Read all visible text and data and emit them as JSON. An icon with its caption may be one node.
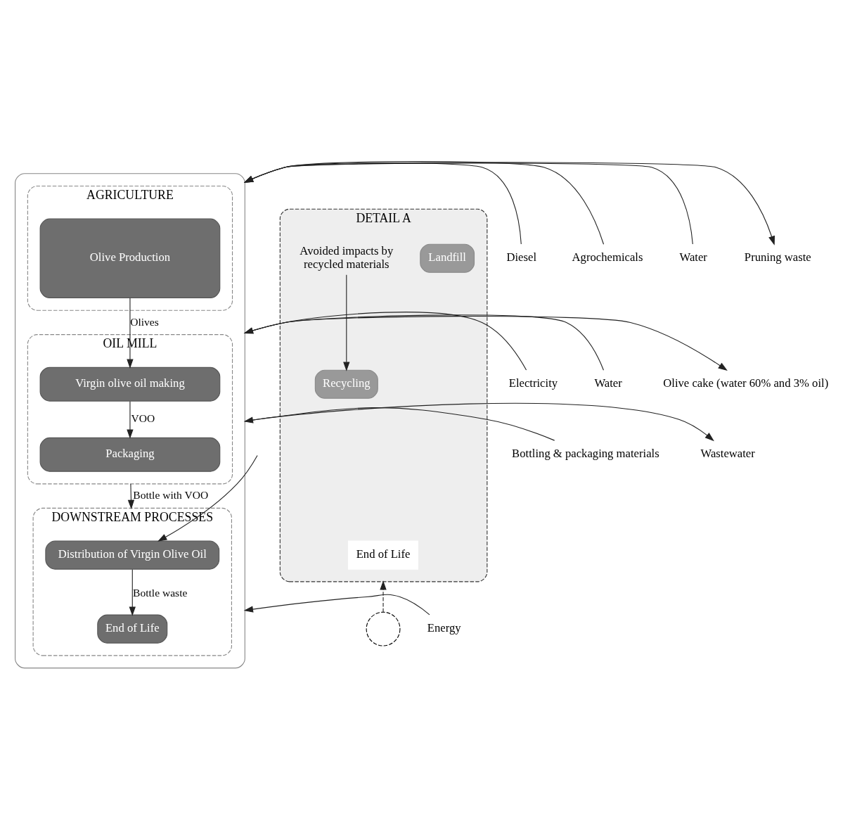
{
  "diagram": {
    "nodes": [
      {
        "text": [],
        "shape": "box"
      },
      {
        "text": [
          "AGRICULTURE"
        ],
        "in": 0
      },
      {
        "text": [
          "Olive Production"
        ],
        "in": 1
      },
      {
        "text": [
          "OIL MILL"
        ],
        "in": 0
      },
      {
        "text": [
          "Virgin olive oil making"
        ],
        "in": 3
      },
      {
        "text": [
          "Packaging"
        ],
        "in": 3
      },
      {
        "text": [
          "DOWNSTREAM PROCESSES"
        ],
        "in": 0
      },
      {
        "text": [
          "Distribution of Virgin Olive Oil"
        ],
        "in": 6
      },
      {
        "text": [
          "End of Life"
        ],
        "in": 6
      },
      {
        "text": [],
        "shape": "circle"
      },
      {
        "text": [
          "DETAIL A"
        ]
      },
      {
        "text": [
          "End of Life"
        ],
        "in": 10
      },
      {
        "text": [
          "Recycling"
        ],
        "in": 10
      },
      {
        "text": [
          "Landfill"
        ],
        "in": 10
      },
      {
        "text": [
          "Avoided impacts by recycled materials"
        ],
        "in": 10
      },
      {
        "text": [
          "Diesel"
        ]
      },
      {
        "text": [
          "Agrochemicals"
        ]
      },
      {
        "text": [
          "Water"
        ]
      },
      {
        "text": [
          "Electricity"
        ]
      },
      {
        "text": [
          "Water"
        ]
      },
      {
        "text": [
          "Bottling & packaging materials"
        ]
      },
      {
        "text": [
          "Energy"
        ]
      },
      {
        "text": [
          "Pruning waste"
        ]
      },
      {
        "text": [
          "Olive cake (water 60% and 3% oil)"
        ]
      },
      {
        "text": [
          "Wastewater"
        ]
      }
    ],
    "edges": [
      {
        "from": 15,
        "to": 0,
        "arrow": "to"
      },
      {
        "from": 16,
        "to": 0,
        "arrow": "to"
      },
      {
        "from": 17,
        "to": 0,
        "arrow": "to"
      },
      {
        "from": 18,
        "to": 0,
        "arrow": "to"
      },
      {
        "from": 19,
        "to": 0,
        "arrow": "to"
      },
      {
        "from": 20,
        "to": 0,
        "arrow": "to"
      },
      {
        "from": 21,
        "to": 0,
        "arrow": "to"
      },
      {
        "from": 0,
        "to": 22,
        "arrow": "to"
      },
      {
        "from": 0,
        "to": 23,
        "arrow": "to"
      },
      {
        "from": 0,
        "to": 24,
        "arrow": "to"
      },
      {
        "from": 2,
        "to": 4,
        "arrow": "to",
        "label": "Olives"
      },
      {
        "from": 4,
        "to": 5,
        "arrow": "to",
        "label": "VOO"
      },
      {
        "from": 3,
        "to": 6,
        "arrow": "to",
        "label": "Bottle with VOO"
      },
      {
        "from": null,
        "to": 7,
        "arrow": "to"
      },
      {
        "from": 7,
        "to": 8,
        "arrow": "to",
        "label": "Bottle waste"
      },
      {
        "from": 9,
        "to": 10,
        "arrow": "to",
        "style": "dashed"
      },
      {
        "from": 14,
        "to": 12,
        "arrow": "to"
      }
    ]
  }
}
